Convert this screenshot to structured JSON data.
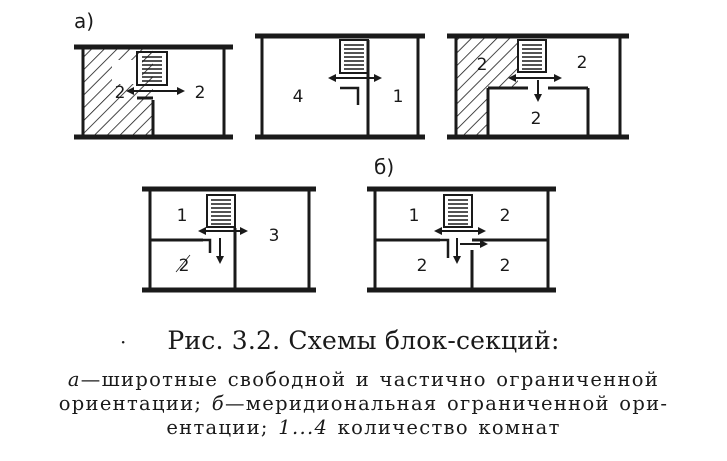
{
  "diagram": {
    "group_labels": {
      "a": "а)",
      "b": "б)"
    },
    "plans": {
      "a1": {
        "rooms": [
          "2",
          "2"
        ]
      },
      "a2": {
        "rooms": [
          "4",
          "1"
        ]
      },
      "a3": {
        "rooms": [
          "2",
          "2",
          "2"
        ]
      },
      "b1": {
        "rooms": [
          "1",
          "3",
          "2"
        ]
      },
      "b2": {
        "rooms": [
          "1",
          "2",
          "2",
          "2"
        ]
      }
    }
  },
  "caption": {
    "bullet": "·",
    "title": "Рис. 3.2. Схемы блок-секций:",
    "line1_italic": "а",
    "line1_text": "—широтные свободной и частично ограниченной",
    "line2_text": "ориентации; ",
    "line2_italic": "б",
    "line2_rest": "—меридиональная ограниченной ори-",
    "line3_text": "ентации; ",
    "line3_italic": "1...4",
    "line3_rest": " количество комнат"
  },
  "colors": {
    "ink": "#1a1a1a",
    "paper": "#ffffff"
  }
}
